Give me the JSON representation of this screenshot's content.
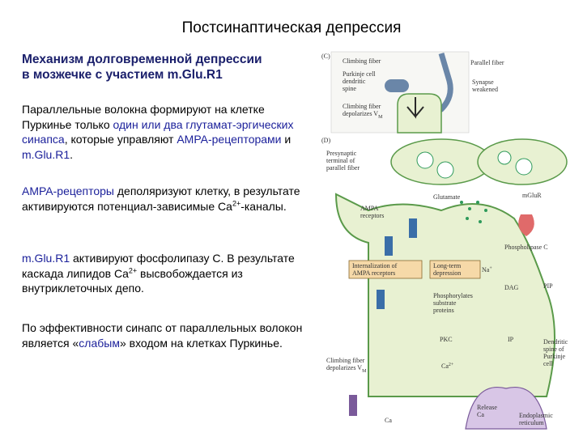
{
  "page": {
    "title": "Постсинаптическая депрессия",
    "subtitle_line1": "Механизм долговременной депрессии",
    "subtitle_line2": "в мозжечке с участием m.Glu.R1"
  },
  "text": {
    "p1_a": "Параллельные волокна формируют на клетке Пуркинье только ",
    "p1_b": "один или два глутамат-эргических синапса",
    "p1_c": ", которые управляют ",
    "p1_d": "AMPA-рецепторами",
    "p1_e": " и ",
    "p1_f": "m.Glu.R1",
    "p1_g": ".",
    "p2_a": "AMPA-рецепторы",
    "p2_b": " деполяризуют клетку, в результате активируются потенциал-зависимые Ca",
    "p2_sup": "2+",
    "p2_c": "-каналы.",
    "p3_a": "m.Glu.R1",
    "p3_b": " активируют фосфолипазу С. В результате каскада липидов Ca",
    "p3_sup": "2+",
    "p3_c": " высвобождается из внутриклеточных депо.",
    "p4_a": "По эффективности синапс от параллельных волокон является «",
    "p4_b": "слабым",
    "p4_c": "» входом на клетках Пуркинье."
  },
  "figure": {
    "panel_c": "(C)",
    "panel_d": "(D)",
    "climbing_fiber": "Climbing fiber",
    "parallel_fiber": "Parallel fiber",
    "purkinje_spine_1": "Purkinje cell",
    "purkinje_spine_2": "dendritic",
    "purkinje_spine_3": "spine",
    "synapse_weakened_1": "Synapse",
    "synapse_weakened_2": "weakened",
    "cf_depol_1": "Climbing fiber",
    "cf_depol_2": "depolarizes V",
    "cf_depol_sub": "M",
    "presyn_1": "Presynaptic",
    "presyn_2": "terminal of",
    "presyn_3": "parallel fiber",
    "glutamate": "Glutamate",
    "ampa_1": "AMPA",
    "ampa_2": "receptors",
    "mglur": "mGluR",
    "plc": "Phospholipase C",
    "na": "Na",
    "na_sup": "+",
    "intern_1": "Internalization of",
    "intern_2": "AMPA receptors",
    "ltd_1": "Long-term",
    "ltd_2": "depression",
    "dag": "DAG",
    "pip": "PIP",
    "phospho_1": "Phosphorylates",
    "phospho_2": "substrate",
    "phospho_3": "proteins",
    "pkc": "PKC",
    "ip3": "IP",
    "ca": "Ca",
    "ca_sup": "2+",
    "cf_depol2_1": "Climbing fiber",
    "cf_depol2_2": "depolarizes V",
    "dendrite_1": "Dendritic",
    "dendrite_2": "spine of",
    "dendrite_3": "Purkinje",
    "dendrite_4": "cell",
    "release_1": "Release",
    "release_2": "Ca",
    "er_1": "Endoplasmic",
    "er_2": "reticulum",
    "ca_bottom": "Ca"
  },
  "colors": {
    "title_blue": "#1a1f6b",
    "highlight_blue": "#1a1f9a",
    "cell_fill": "#e8f1d2",
    "cell_stroke": "#5a9a4a",
    "vesicle": "#2e9a5a",
    "receptor": "#3a6ea8",
    "mglur": "#e06a6a",
    "box_fill": "#f6d9a8"
  }
}
